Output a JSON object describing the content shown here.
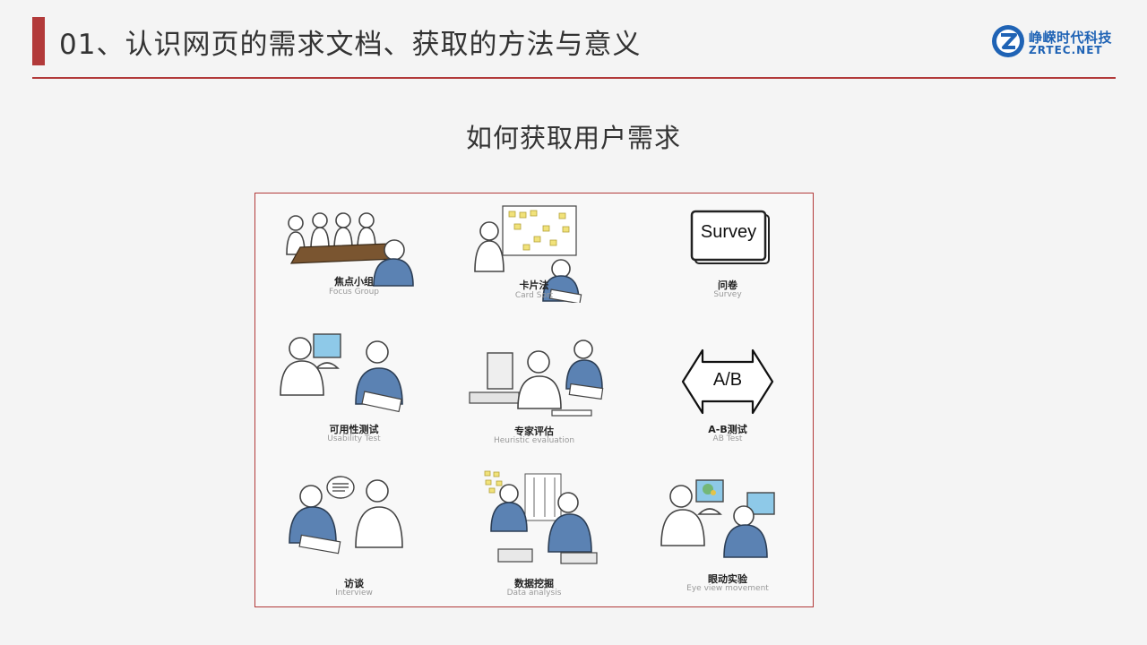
{
  "header": {
    "title": "01、认识网页的需求文档、获取的方法与意义",
    "logo_cn": "峥嵘时代科技",
    "logo_en": "ZRTEC.NET"
  },
  "subtitle": "如何获取用户需求",
  "methods": [
    {
      "cn": "焦点小组",
      "en": "Focus Group"
    },
    {
      "cn": "卡片法",
      "en": "Card Sort"
    },
    {
      "cn": "问卷",
      "en": "Survey"
    },
    {
      "cn": "可用性测试",
      "en": "Usability Test"
    },
    {
      "cn": "专家评估",
      "en": "Heuristic evaluation"
    },
    {
      "cn": "A-B测试",
      "en": "AB Test"
    },
    {
      "cn": "访谈",
      "en": "Interview"
    },
    {
      "cn": "数据挖掘",
      "en": "Data analysis"
    },
    {
      "cn": "眼动实验",
      "en": "Eye view movement"
    }
  ],
  "illustration_text": {
    "survey_card": "Survey",
    "ab_sign": "A/B"
  },
  "colors": {
    "accent": "#b23a3a",
    "brand_blue": "#1f63b5",
    "figure_blue": "#5b82b3"
  }
}
